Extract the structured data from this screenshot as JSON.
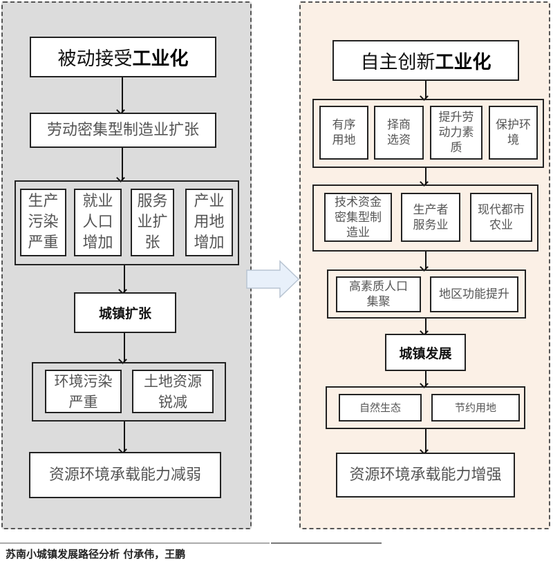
{
  "left_panel": {
    "title_regular": "被动接受",
    "title_bold": "工业化",
    "step1": "劳动密集型制造业扩张",
    "group1": [
      "生产\n污染\n严重",
      "就业\n人口\n增加",
      "服务\n业扩\n张",
      "产业\n用地\n增加"
    ],
    "group1_lines": [
      [
        "生产",
        "污染",
        "严重"
      ],
      [
        "就业",
        "人口",
        "增加"
      ],
      [
        "服务",
        "业扩",
        "张"
      ],
      [
        "产业",
        "用地",
        "增加"
      ]
    ],
    "step2": "城镇扩张",
    "group2_lines": [
      [
        "环境污染",
        "严重"
      ],
      [
        "土地资源",
        "锐减"
      ]
    ],
    "result": "资源环境承载能力减弱"
  },
  "right_panel": {
    "title_regular": "自主创新",
    "title_bold": "工业化",
    "group1_lines": [
      [
        "有序",
        "用地"
      ],
      [
        "择商",
        "选资"
      ],
      [
        "提升劳",
        "动力素",
        "质"
      ],
      [
        "保护环",
        "境"
      ]
    ],
    "group2_lines": [
      [
        "技术资金",
        "密集型制",
        "造业"
      ],
      [
        "生产者",
        "服务业"
      ],
      [
        "现代都市",
        "农业"
      ]
    ],
    "group3_lines": [
      [
        "高素质人口",
        "集聚"
      ],
      [
        "地区功能提升"
      ]
    ],
    "step": "城镇发展",
    "group4": [
      "自然生态",
      "节约用地"
    ],
    "result": "资源环境承载能力增强"
  },
  "transition_arrow": "right-arrow-icon",
  "caption": "苏南小城镇发展路径分析  付承伟，王鹏",
  "colors": {
    "left_bg": "#dcdcdc",
    "right_bg": "#fbf0e6",
    "arrow_fill": "#e8f0fa"
  }
}
